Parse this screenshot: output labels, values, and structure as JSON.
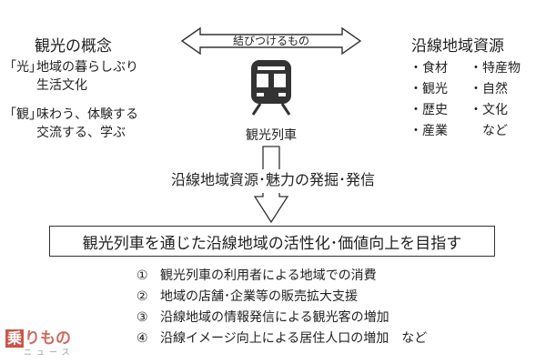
{
  "left": {
    "title": "観光の概念",
    "hikari_tag": "「光」",
    "hikari_line1": "地域の暮らしぶり",
    "hikari_line2": "生活文化",
    "kan_tag": "「観」",
    "kan_line1": "味わう、体験する",
    "kan_line2": "交流する、学ぶ"
  },
  "connector": {
    "label": "結びつけるもの"
  },
  "center": {
    "train_label": "観光列車",
    "train_icon": "train-front-icon"
  },
  "right": {
    "title": "沿線地域資源",
    "items": [
      [
        "・食材",
        "・特産物"
      ],
      [
        "・観光",
        "・自然"
      ],
      [
        "・歴史",
        "・文化"
      ],
      [
        "・産業",
        "など"
      ]
    ]
  },
  "middle_step": "沿線地域資源･魅力の発掘･発信",
  "goal": "観光列車を通じた沿線地域の活性化･価値向上を目指す",
  "outcomes": [
    {
      "num": "①",
      "text": "観光列車の利用者による地域での消費"
    },
    {
      "num": "②",
      "text": "地域の店舗･企業等の販売拡大支援"
    },
    {
      "num": "③",
      "text": "沿線地域の情報発信による観光客の増加"
    },
    {
      "num": "④",
      "text": "沿線イメージ向上による居住人口の増加　など"
    }
  ],
  "logo": {
    "main": "乗りもの",
    "sub": "ニュース",
    "accent": "#c0392b"
  }
}
